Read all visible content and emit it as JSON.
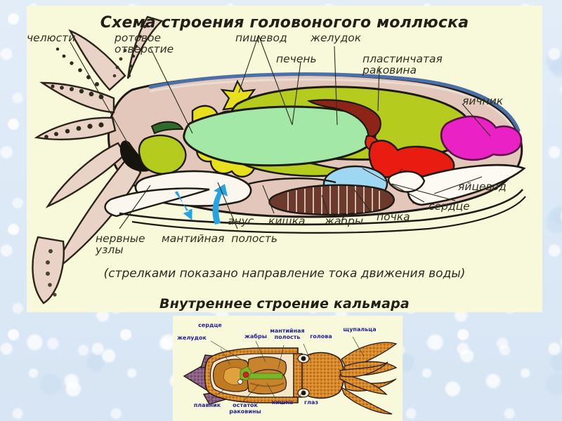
{
  "background": {
    "color": "#dce8f5",
    "style": "mottled light blue paper"
  },
  "panels": {
    "main": {
      "bg": "#f7f9da"
    },
    "bottom": {
      "bg": "#f7f9da"
    }
  },
  "main_diagram": {
    "title": "Схема строения головоногого моллюска",
    "subtitle": "Внутреннее строение кальмара",
    "caption": "(стрелками показано направление тока движения воды)",
    "label_color": "#31301f",
    "title_color": "#231f14",
    "arrow_color": "#24a4e0",
    "labels": [
      {
        "id": "jaws",
        "text": "челюсти"
      },
      {
        "id": "mouth",
        "text": "ротовое\nотверстие"
      },
      {
        "id": "esophagus",
        "text": "пищевод"
      },
      {
        "id": "stomach",
        "text": "желудок"
      },
      {
        "id": "liver",
        "text": "печень"
      },
      {
        "id": "shell",
        "text": "пластинчатая\nраковина"
      },
      {
        "id": "ovary",
        "text": "яичник"
      },
      {
        "id": "oviduct",
        "text": "яйцевод"
      },
      {
        "id": "heart",
        "text": "сердце"
      },
      {
        "id": "kidney",
        "text": "почка"
      },
      {
        "id": "gills",
        "text": "жабры"
      },
      {
        "id": "intestine",
        "text": "кишка"
      },
      {
        "id": "anus",
        "text": "анус"
      },
      {
        "id": "mantle",
        "text": "мантийная  полость"
      },
      {
        "id": "ganglia",
        "text": "нервные\nузлы"
      }
    ],
    "organ_colors": {
      "body": "#e3c7bb",
      "outline": "#1c1a12",
      "shell_band": "#4b6fa8",
      "liver": "#a4e8a8",
      "stomach_digestive": "#b5cc1e",
      "ink_gland": "#e8e01c",
      "heart": "#e81c10",
      "ovary": "#ea22c6",
      "kidney": "#9fd6f2",
      "gills": "#6b3a2c",
      "beak": "#1a1a14",
      "dark_green": "#2f6b2a"
    }
  },
  "bottom_diagram": {
    "label_color": "#26229b",
    "labels": [
      {
        "id": "heart",
        "text": "сердце"
      },
      {
        "id": "stomach",
        "text": "желудок"
      },
      {
        "id": "gills",
        "text": "жабры"
      },
      {
        "id": "mantle",
        "text": "мантийная\nполость"
      },
      {
        "id": "head",
        "text": "голова"
      },
      {
        "id": "tentacles",
        "text": "щупальца"
      },
      {
        "id": "fin",
        "text": "плавник"
      },
      {
        "id": "shell_rem",
        "text": "остаток\nраковины"
      },
      {
        "id": "intestine",
        "text": "кишка"
      },
      {
        "id": "eye",
        "text": "глаз"
      }
    ],
    "body_colors": {
      "mantle_orange": "#d98a28",
      "fin_violet": "#8b5f86",
      "cream": "#f4e7c8",
      "outline": "#2b1c10",
      "pen_green": "#7ab52a",
      "heart_red": "#d4241a",
      "eye_dark": "#1c1410"
    }
  }
}
